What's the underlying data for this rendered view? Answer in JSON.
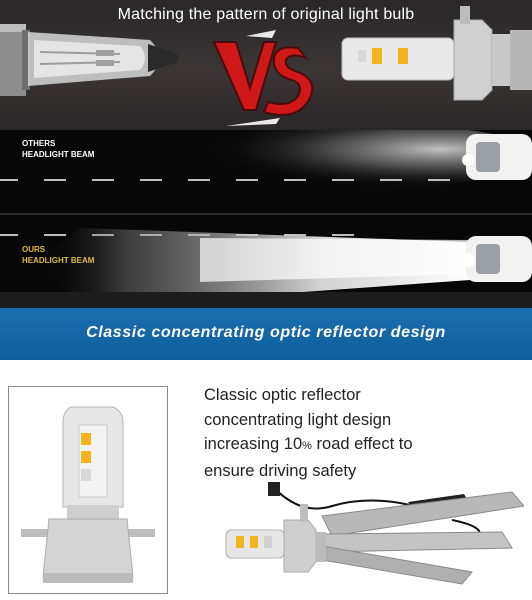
{
  "header": {
    "title": "Matching the pattern of original light bulb",
    "vs_logo": "VS"
  },
  "road": {
    "others_label_line1": "OTHERS",
    "others_label_line2": "HEADLIGHT BEAM",
    "ours_label_line1": "OURS",
    "ours_label_line2": "HEADLIGHT BEAM"
  },
  "banner": {
    "text": "Classic concentrating optic reflector design"
  },
  "description": {
    "line1": "Classic optic reflector",
    "line2": "concentrating light design",
    "line3_before": "increasing 10",
    "line3_pct": "%",
    "line3_after": " road effect to",
    "line4": "ensure driving safety"
  },
  "colors": {
    "banner_blue": "#0e5e9c",
    "vs_red": "#d01818",
    "label_gold": "#e0b84a",
    "led_yellow": "#f2b51e"
  }
}
